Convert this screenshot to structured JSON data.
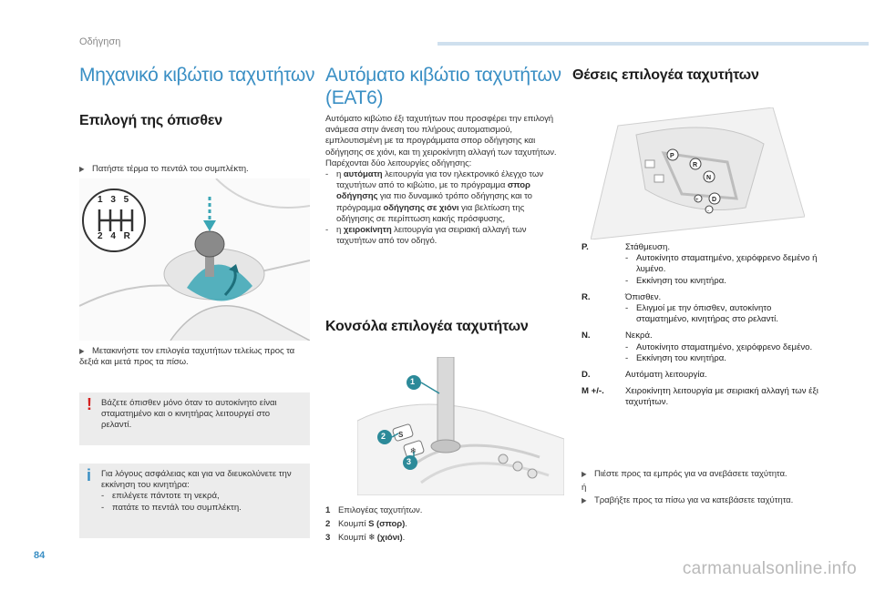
{
  "header": {
    "section": "Οδήγηση"
  },
  "page_number": "84",
  "watermark": "carmanualsonline.info",
  "col1": {
    "title": "Μηχανικό κιβώτιο ταχυτήτων",
    "subtitle": "Επιλογή της όπισθεν",
    "step1_arrow": "",
    "step1": "Πατήστε τέρμα το πεντάλ του συμπλέκτη.",
    "gear_pattern_top": "1 3 5",
    "gear_pattern_bottom": "2 4 R",
    "step2": "Μετακινήστε τον επιλογέα ταχυτήτων τελείως προς τα δεξιά και μετά προς τα πίσω.",
    "warning_icon": "!",
    "warning": "Βάζετε όπισθεν μόνο όταν το αυτοκίνητο είναι σταματημένο και ο κινητήρας λειτουργεί στο ρελαντί.",
    "info_icon": "i",
    "info_intro": "Για λόγους ασφάλειας και για να διευκολύνετε την εκκίνηση του κινητήρα:",
    "info_items": [
      "επιλέγετε πάντοτε τη νεκρά,",
      "πατάτε το πεντάλ του συμπλέκτη."
    ]
  },
  "col2": {
    "title_line1": "Αυτόματο κιβώτιο ταχυτήτων",
    "title_line2": "(EAT6)",
    "para": "Αυτόματο κιβώτιο έξι ταχυτήτων που προσφέρει την επιλογή ανάμεσα στην άνεση του πλήρους αυτοματισμού, εμπλουτισμένη με τα προγράμματα σπορ οδήγησης και οδήγησης σε χιόνι, και τη χειροκίνητη αλλαγή των ταχυτήτων.",
    "para2": "Παρέχονται δύο λειτουργίες οδήγησης:",
    "mode1_a": "η ",
    "mode1_b": "αυτόματη",
    "mode1_c": " λειτουργία για τον ηλεκτρονικό έλεγχο των ταχυτήτων από το κιβώτιο, με το πρόγραμμα ",
    "mode1_d": "σπορ οδήγησης",
    "mode1_e": " για πιο δυναμικό τρόπο οδήγησης και το πρόγραμμα ",
    "mode1_f": "οδήγησης σε χιόνι",
    "mode1_g": " για βελτίωση της οδήγησης σε περίπτωση κακής πρόσφυσης,",
    "mode2_a": "η ",
    "mode2_b": "χειροκίνητη",
    "mode2_c": " λειτουργία για σειριακή αλλαγή των ταχυτήτων από τον οδηγό.",
    "subtitle": "Κονσόλα επιλογέα ταχυτήτων",
    "legend": [
      {
        "num": "1",
        "text": "Επιλογέας ταχυτήτων."
      },
      {
        "num": "2",
        "text_a": "Κουμπί ",
        "text_b": "S (σπορ)",
        "text_c": "."
      },
      {
        "num": "3",
        "text_a": "Κουμπί ",
        "text_b": "❄ (χιόνι)",
        "text_c": "."
      }
    ]
  },
  "col3": {
    "title": "Θέσεις επιλογέα ταχυτήτων",
    "positions": [
      {
        "key": "P.",
        "text": "Στάθμευση.",
        "items": [
          "Αυτοκίνητο σταματημένο, χειρόφρενο δεμένο ή λυμένο.",
          "Εκκίνηση του κινητήρα."
        ]
      },
      {
        "key": "R.",
        "text": "Όπισθεν.",
        "items": [
          "Ελιγμοί με την όπισθεν, αυτοκίνητο σταματημένο, κινητήρας στο ρελαντί."
        ]
      },
      {
        "key": "N.",
        "text": "Νεκρά.",
        "items": [
          "Αυτοκίνητο σταματημένο, χειρόφρενο δεμένο.",
          "Εκκίνηση του κινητήρα."
        ]
      },
      {
        "key": "D.",
        "text": "Αυτόματη λειτουργία.",
        "items": []
      },
      {
        "key": "M +/-.",
        "text": "Χειροκίνητη λειτουργία με σειριακή αλλαγή των έξι ταχυτήτων.",
        "items": []
      }
    ],
    "push": "Πιέστε προς τα εμπρός για να ανεβάσετε ταχύτητα.",
    "or": "ή",
    "pull": "Τραβήξτε προς τα πίσω για να κατεβάσετε ταχύτητα."
  },
  "colors": {
    "accent": "#3a8fc4",
    "callout": "#2c8a99",
    "highlight": "#3aa6b5"
  }
}
